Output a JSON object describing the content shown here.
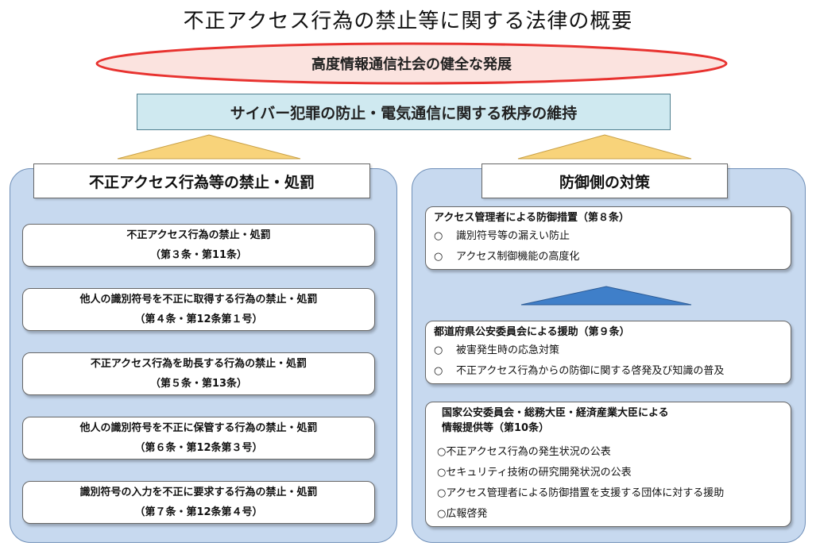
{
  "title": "不正アクセス行為の禁止等に関する法律の概要",
  "top_goal": "高度情報通信社会の健全な発展",
  "cyber_goal": "サイバー犯罪の防止・電気通信に関する秩序の維持",
  "colors": {
    "ellipse_stroke": "#e8322f",
    "ellipse_fill": "#fbe3df",
    "cyber_fill": "#cfe9f0",
    "panel_fill": "#c7d9ef",
    "up_arrow_fill": "#f8d37a",
    "blue_arrow_fill": "#3f7fc9"
  },
  "left_panel": {
    "heading": "不正アクセス行為等の禁止・処罰",
    "boxes": [
      {
        "line1": "不正アクセス行為の禁止・処罰",
        "line2": "（第３条・第11条）"
      },
      {
        "line1": "他人の識別符号を不正に取得する行為の禁止・処罰",
        "line2": "（第４条・第12条第１号）"
      },
      {
        "line1": "不正アクセス行為を助長する行為の禁止・処罰",
        "line2": "（第５条・第13条）"
      },
      {
        "line1": "他人の識別符号を不正に保管する行為の禁止・処罰",
        "line2": "（第６条・第12条第３号）"
      },
      {
        "line1": "識別符号の入力を不正に要求する行為の禁止・処罰",
        "line2": "（第７条・第12条第４号）"
      }
    ]
  },
  "right_panel": {
    "heading": "防御側の対策",
    "box1": {
      "title": "アクセス管理者による防御措置（第８条）",
      "items": [
        "識別符号等の漏えい防止",
        "アクセス制御機能の高度化"
      ]
    },
    "box2": {
      "title": "都道府県公安委員会による援助（第９条）",
      "items": [
        "被害発生時の応急対策",
        "不正アクセス行為からの防御に関する啓発及び知識の普及"
      ]
    },
    "box3": {
      "title_line1": "国家公安委員会・総務大臣・経済産業大臣による",
      "title_line2": "情報提供等（第10条）",
      "items": [
        "○不正アクセス行為の発生状況の公表",
        "○セキュリティ技術の研究開発状況の公表",
        "○アクセス管理者による防御措置を支援する団体に対する援助",
        "○広報啓発"
      ]
    },
    "bullet": "○"
  }
}
